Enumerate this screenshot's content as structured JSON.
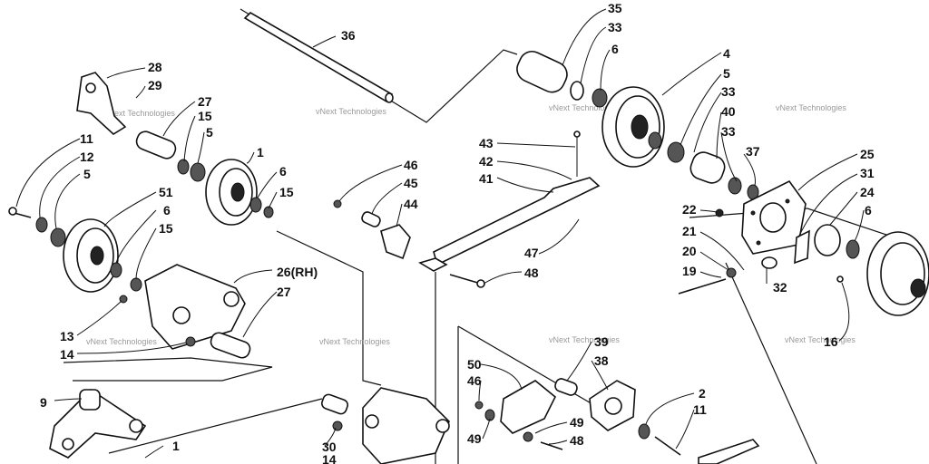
{
  "callouts": {
    "c36": "36",
    "c35": "35",
    "c33a": "33",
    "c6a": "6",
    "c4": "4",
    "c5a": "5",
    "c33b": "33",
    "c40": "40",
    "c33c": "33",
    "c37": "37",
    "c25": "25",
    "c31": "31",
    "c24": "24",
    "c6b": "6",
    "c22": "22",
    "c21": "21",
    "c20": "20",
    "c19": "19",
    "c32": "32",
    "c16": "16",
    "c43": "43",
    "c42": "42",
    "c41": "41",
    "c47": "47",
    "c48a": "48",
    "c46a": "46",
    "c45": "45",
    "c44": "44",
    "c28": "28",
    "c29": "29",
    "c27a": "27",
    "c15a": "15",
    "c5b": "5",
    "c11a": "11",
    "c12": "12",
    "c5c": "5",
    "c1a": "1",
    "c6c": "6",
    "c15b": "15",
    "c51": "51",
    "c6d": "6",
    "c15c": "15",
    "c26": "26(RH)",
    "c27b": "27",
    "c13": "13",
    "c14a": "14",
    "c9": "9",
    "c1b": "1",
    "c30": "30",
    "c14b": "14",
    "c50": "50",
    "c46b": "46",
    "c49a": "49",
    "c39": "39",
    "c38": "38",
    "c49b": "49",
    "c48b": "48",
    "c2": "2",
    "c11b": "11"
  },
  "watermark": "vNext Technologies"
}
